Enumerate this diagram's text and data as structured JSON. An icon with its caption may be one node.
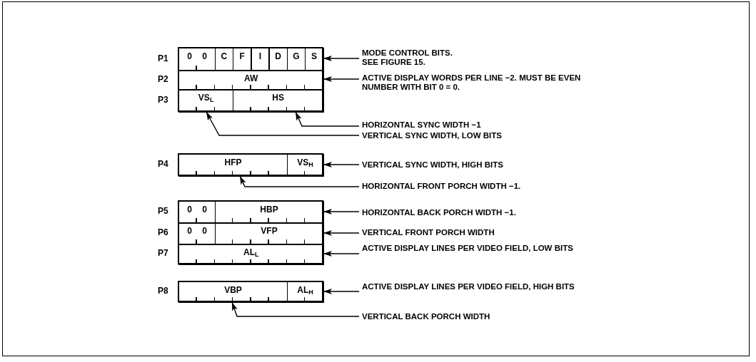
{
  "diagram": {
    "nodes": [
      {
        "text": [
          "0",
          "0"
        ]
      },
      {
        "text": [
          "C"
        ]
      },
      {
        "text": [
          "F"
        ]
      },
      {
        "text": [
          "I"
        ]
      },
      {
        "text": [
          "D"
        ]
      },
      {
        "text": [
          "G"
        ]
      },
      {
        "text": [
          "S"
        ]
      },
      {
        "text": [
          "MODE CONTROL BITS. SEE FIGURE 15."
        ]
      },
      {
        "text": [
          "AW"
        ]
      },
      {
        "text": [
          "ACTIVE DISPLAY WORDS PER LINE −2. MUST BE EVEN NUMBER WITH BIT 0 = 0."
        ]
      },
      {
        "text": [
          "VS$_{L}$"
        ]
      },
      {
        "text": [
          "HS"
        ]
      },
      {
        "text": [
          "HORIZONTAL SYNC WIDTH −1"
        ]
      },
      {
        "text": [
          "VERTICAL SYNC WIDTH, LOW BITS"
        ]
      },
      {
        "text": [
          "HFP"
        ]
      },
      {
        "text": [
          "VS$_{H}$"
        ]
      },
      {
        "text": [
          "VERTICAL SYNC WIDTH, HIGH BITS"
        ]
      },
      {
        "text": [
          "HORIZONTAL FRONT PORCH WIDTH −1."
        ]
      },
      {
        "text": [
          "0",
          "0"
        ]
      },
      {
        "text": [
          "HBP"
        ]
      },
      {
        "text": [
          "HORIZONTAL BACK PORCH WIDTH −1."
        ]
      },
      {
        "text": [
          "0",
          "0"
        ]
      },
      {
        "text": [
          "VFP"
        ]
      },
      {
        "text": [
          "VERTICAL FRONT PORCH WIDTH"
        ]
      },
      {
        "text": [
          "AL$_{L}$"
        ]
      },
      {
        "text": [
          "ACTIVE DISPLAY LINES PER VIDEO FIELD, LOW BITS"
        ]
      },
      {
        "text": [
          "VBP"
        ]
      },
      {
        "text": [
          "AL$_{H}$"
        ]
      },
      {
        "text": [
          "ACTIVE DISPLAY LINES PER VIDEO FIELD, HIGH BITS"
        ]
      },
      {
        "text": [
          "VERTICAL BACK PORCH WIDTH"
        ]
      }
    ],
    "edges": [
      {
        "from": 7,
        "to": 6,
        "arrow": "to"
      },
      {
        "from": 9,
        "to": 8,
        "arrow": "to"
      },
      {
        "from": 12,
        "to": 11,
        "arrow": "to"
      },
      {
        "from": 13,
        "to": 10,
        "arrow": "to"
      },
      {
        "from": 16,
        "to": 15,
        "arrow": "to"
      },
      {
        "from": 17,
        "to": 14,
        "arrow": "to"
      },
      {
        "from": 20,
        "to": 19,
        "arrow": "to"
      },
      {
        "from": 23,
        "to": 22,
        "arrow": "to"
      },
      {
        "from": 25,
        "to": 24,
        "arrow": "to"
      },
      {
        "from": 28,
        "to": 27,
        "arrow": "to"
      },
      {
        "from": 29,
        "to": 26,
        "arrow": "to"
      }
    ],
    "labels": [
      "P1",
      "P2",
      "P3",
      "P4",
      "P5",
      "P6",
      "P7",
      "P8"
    ]
  }
}
